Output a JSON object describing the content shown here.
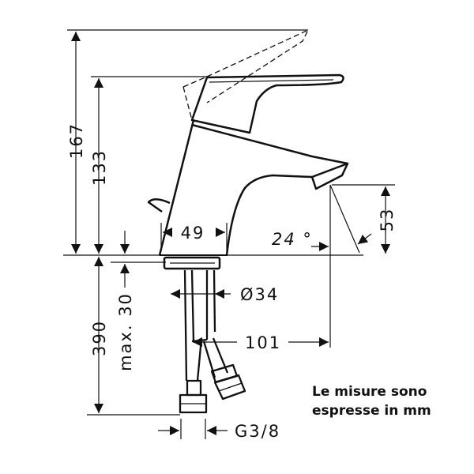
{
  "dimensions": {
    "overall_height": "167",
    "spout_height": "133",
    "base_width": "49",
    "angle": "24 °",
    "spout_clearance": "53",
    "hole_diameter": "Ø34",
    "reach": "101",
    "max_thickness": "max. 30",
    "hose_length": "390",
    "connection": "G3/8"
  },
  "note": {
    "line1": "Le misure sono",
    "line2": "espresse in mm"
  }
}
